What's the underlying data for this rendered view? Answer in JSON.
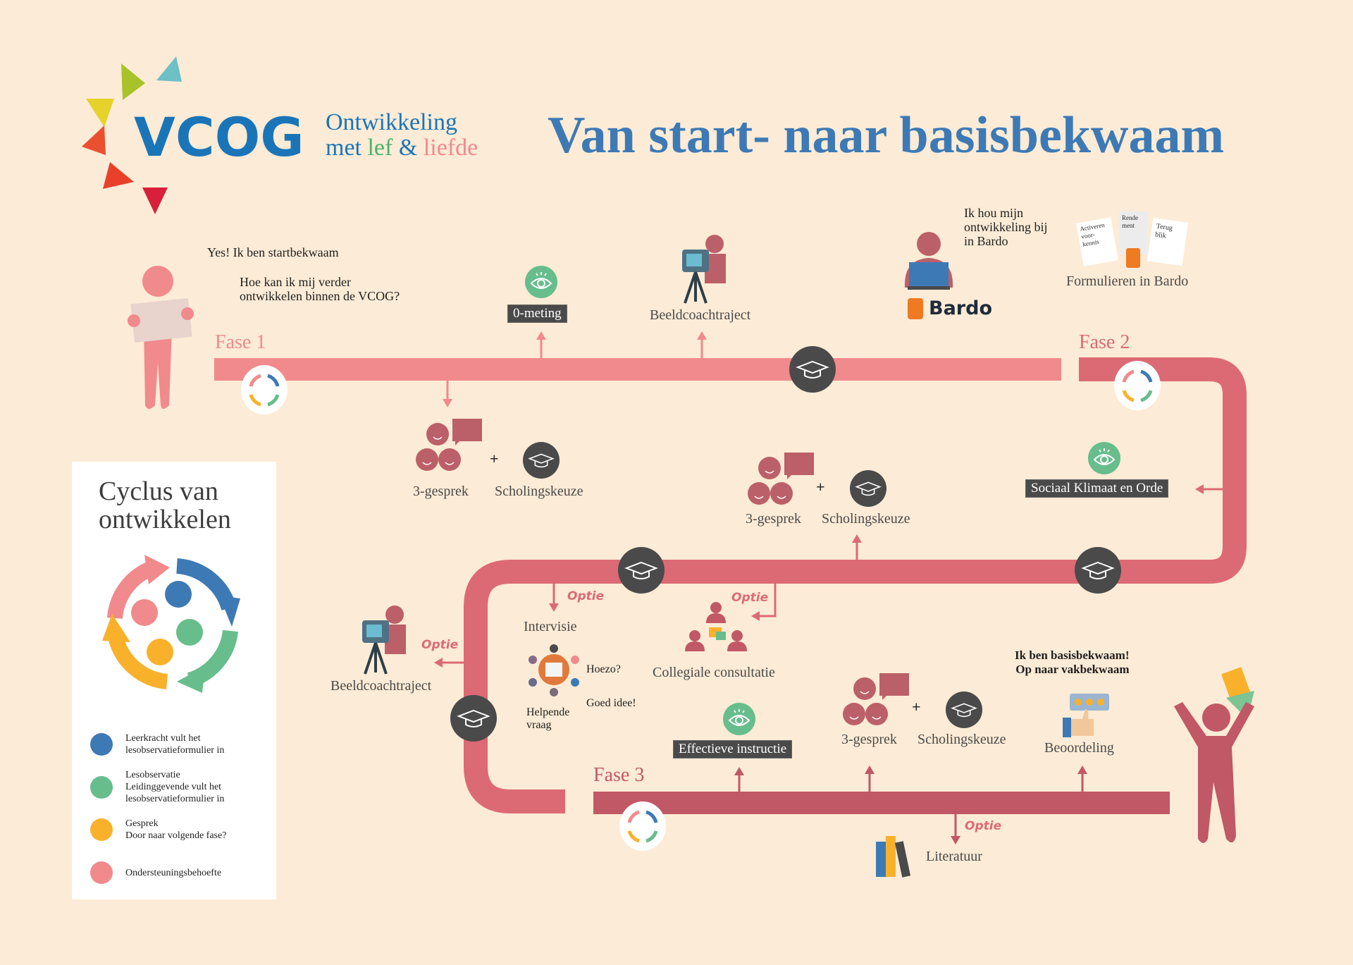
{
  "colors": {
    "background": "#fcebd6",
    "fase1": "#f08a8c",
    "fase2": "#dc6a74",
    "fase3": "#c05866",
    "dark": "#4a4a4a",
    "blue": "#3d7ab5",
    "green": "#67bd8c",
    "yellow": "#f9b12c",
    "pink": "#f08a8c"
  },
  "logo": {
    "brand": "VCOG",
    "line1": "Ontwikkeling",
    "met": "met",
    "lef": "lef",
    "amp": "&",
    "liefde": "liefde"
  },
  "title": "Van start- naar basisbekwaam",
  "phases": {
    "f1": "Fase 1",
    "f2": "Fase 2",
    "f3": "Fase 3"
  },
  "speech": {
    "start1": "Yes! Ik ben startbekwaam",
    "start2a": "Hoe kan ik mij verder",
    "start2b": "ontwikkelen binnen de VCOG?",
    "bardo1": "Ik hou mijn",
    "bardo2": "ontwikkeling bij",
    "bardo3": "in Bardo",
    "end1": "Ik ben basisbekwaam!",
    "end2": "Op naar vakbekwaam"
  },
  "fase1": {
    "ometing": "0-meting",
    "beeldcoach": "Beeldcoachtraject",
    "bardo_logo": "Bardo",
    "formulieren": "Formulieren in Bardo",
    "papers": [
      "Activeren voor-kennis",
      "Rende ment",
      "Terug blik"
    ],
    "gesprek": "3-gesprek",
    "plus": "+",
    "scholing": "Scholingskeuze"
  },
  "fase2": {
    "sociaal": "Sociaal Klimaat en Orde",
    "gesprek": "3-gesprek",
    "plus": "+",
    "scholing": "Scholingskeuze",
    "optie": "Optie",
    "intervisie": "Intervisie",
    "hoezo": "Hoezo?",
    "goed": "Goed idee!",
    "helpende1": "Helpende",
    "helpende2": "vraag",
    "collegiale": "Collegiale consultatie",
    "beeldcoach": "Beeldcoachtraject"
  },
  "fase3": {
    "effectief": "Effectieve instructie",
    "gesprek": "3-gesprek",
    "plus": "+",
    "scholing": "Scholingskeuze",
    "beoordeling": "Beoordeling",
    "optie": "Optie",
    "literatuur": "Literatuur"
  },
  "legend": {
    "title1": "Cyclus van",
    "title2": "ontwikkelen",
    "items": [
      {
        "icon": "form-pen-icon",
        "l1": "Leerkracht vult het",
        "l2": "lesobservatieformulier in",
        "l3": ""
      },
      {
        "icon": "eye-icon",
        "l1": "Lesobservatie",
        "l2": "Leidinggevende vult het",
        "l3": "lesobservatieformulier in"
      },
      {
        "icon": "chat-icon",
        "l1": "Gesprek",
        "l2": "Door naar volgende fase?",
        "l3": ""
      },
      {
        "icon": "heart-handshake-icon",
        "l1": "Ondersteuningsbehoefte",
        "l2": "",
        "l3": ""
      }
    ]
  }
}
